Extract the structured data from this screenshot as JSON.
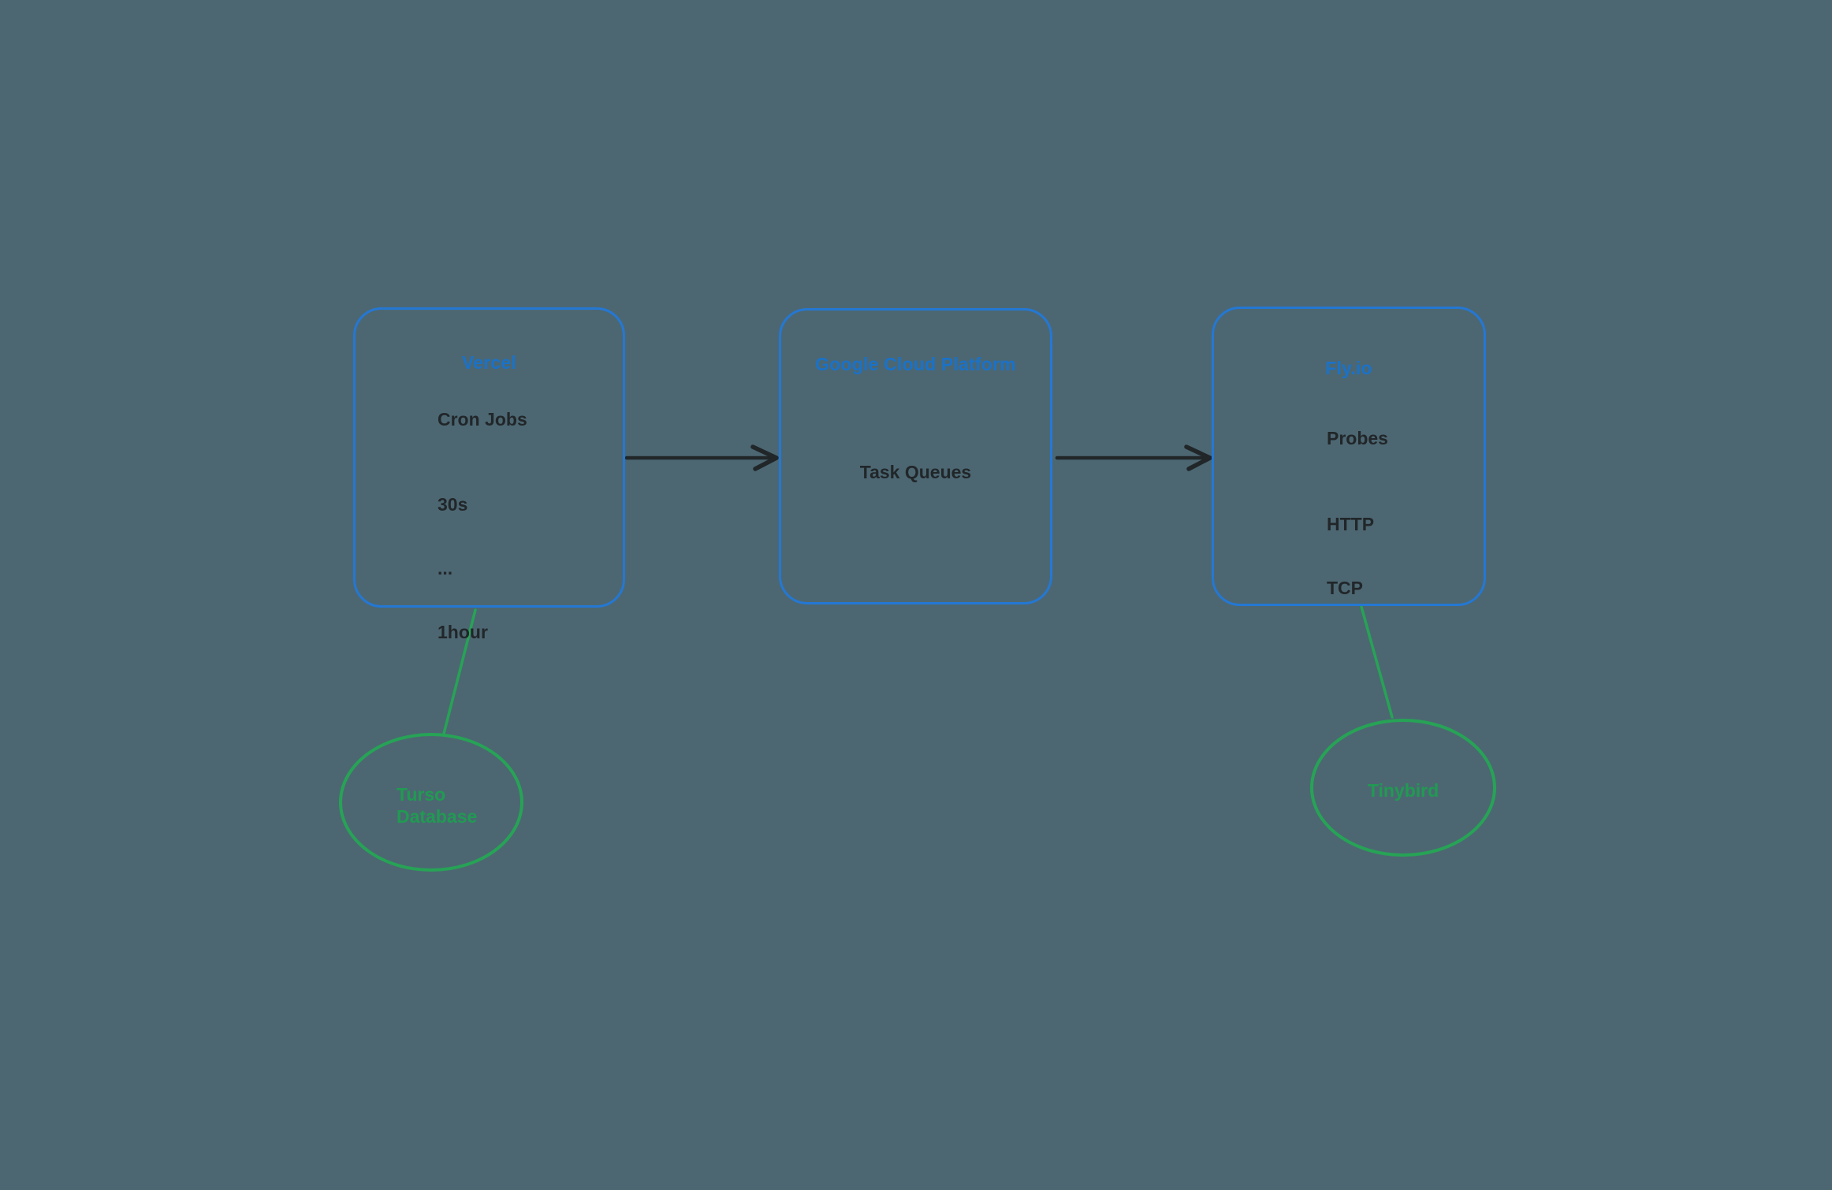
{
  "diagram": {
    "boxes": [
      {
        "id": "vercel",
        "title": "Vercel",
        "body_line1": "Cron Jobs",
        "body_line2": "30s",
        "body_line3": "...",
        "body_line4": "1hour"
      },
      {
        "id": "gcp",
        "title": "Google Cloud Platform",
        "body_line1": "Task Queues"
      },
      {
        "id": "flyio",
        "title": "Fly.io",
        "body_line1": "Probes",
        "body_line2": "HTTP",
        "body_line3": "TCP"
      }
    ],
    "ellipses": [
      {
        "id": "turso",
        "label_line1": "Turso",
        "label_line2": "Database"
      },
      {
        "id": "tinybird",
        "label_line1": "Tinybird"
      }
    ],
    "connectors": [
      {
        "from": "Vercel",
        "to": "Google Cloud Platform",
        "type": "arrow"
      },
      {
        "from": "Google Cloud Platform",
        "to": "Fly.io",
        "type": "arrow"
      },
      {
        "from": "Vercel",
        "to": "Turso Database",
        "type": "line"
      },
      {
        "from": "Fly.io",
        "to": "Tinybird",
        "type": "line"
      }
    ],
    "colors": {
      "background": "#4c6772",
      "box_border": "#2478d4",
      "box_title": "#1a72c9",
      "body_text": "#212629",
      "arrow": "#212629",
      "green_stroke": "#27a356",
      "green_text": "#219a52"
    }
  }
}
